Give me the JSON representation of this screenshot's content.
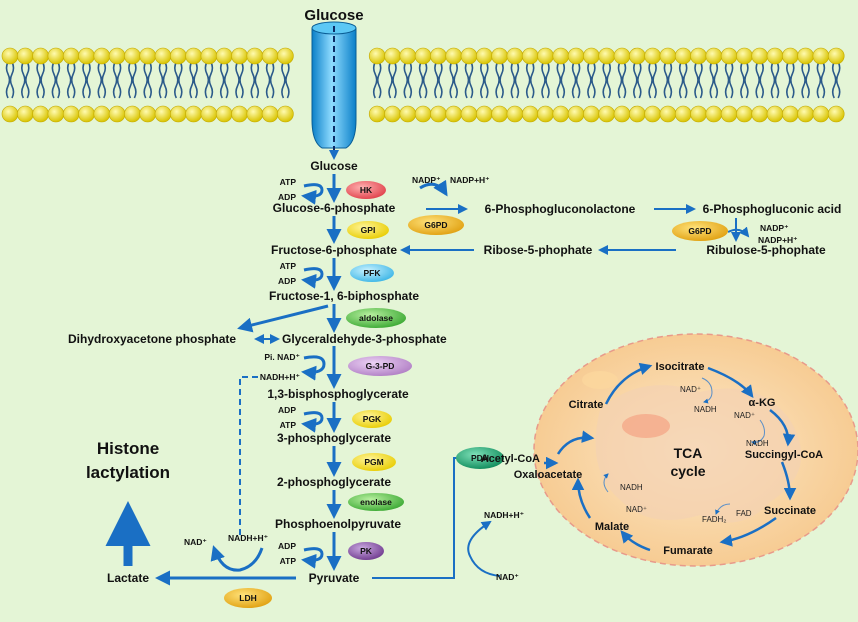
{
  "title": "Glucose",
  "glycolysis": {
    "glucose": "Glucose",
    "g6p": "Glucose-6-phosphate",
    "f6p": "Fructose-6-phosphate",
    "f16bp": "Fructose-1, 6-biphosphate",
    "dhap": "Dihydroxyacetone phosphate",
    "g3p": "Glyceraldehyde-3-phosphate",
    "bpg13": "1,3-bisphosphoglycerate",
    "pg3": "3-phosphoglycerate",
    "pg2": "2-phosphoglycerate",
    "pep": "Phosphoenolpyruvate",
    "pyruvate": "Pyruvate",
    "lactate": "Lactate"
  },
  "ppp": {
    "pgl6": "6-Phosphogluconolactone",
    "pga6": "6-Phosphogluconic acid",
    "ru5p": "Ribulose-5-phophate",
    "r5p": "Ribose-5-phophate"
  },
  "enzymes": {
    "hk": "HK",
    "gpi": "GPI",
    "pfk": "PFK",
    "aldolase": "aldolase",
    "g3pd": "G-3-PD",
    "pgk": "PGK",
    "pgm": "PGM",
    "enolase": "enolase",
    "pk": "PK",
    "ldh": "LDH",
    "g6pd_1": "G6PD",
    "g6pd_2": "G6PD",
    "pdh": "PDH"
  },
  "cofactors": {
    "atp_hk": "ATP",
    "adp_hk": "ADP",
    "atp_pfk": "ATP",
    "adp_pfk": "ADP",
    "nadp_1": "NADP⁺",
    "nadph_1": "NADP+H⁺",
    "nadp_2": "NADP⁺",
    "nadph_2": "NADP+H⁺",
    "pi_nad": "Pi. NAD⁺",
    "nadh_g3pd": "NADH+H⁺",
    "adp_pgk": "ADP",
    "atp_pgk": "ATP",
    "adp_pk": "ADP",
    "atp_pk": "ATP",
    "nad_ldh": "NAD⁺",
    "nadh_ldh": "NADH+H⁺",
    "nadh_pdh": "NADH+H⁺",
    "nad_pdh": "NAD⁺"
  },
  "outcome": {
    "line1": "Histone",
    "line2": "lactylation"
  },
  "tca": {
    "label1": "TCA",
    "label2": "cycle",
    "citrate": "Citrate",
    "isocitrate": "Isocitrate",
    "akg": "α-KG",
    "succoa": "Succingyl-CoA",
    "succinate": "Succinate",
    "fumarate": "Fumarate",
    "malate": "Malate",
    "oaa": "Oxaloacetate",
    "acetylcoa": "Acetyl-CoA",
    "nad_1": "NAD⁺",
    "nadh_1": "NADH",
    "nad_2": "NAD⁺",
    "nadh_2": "NADH",
    "fad": "FAD",
    "fadh2": "FADH₂",
    "nad_3": "NAD⁺",
    "nadh_3": "NADH"
  }
}
